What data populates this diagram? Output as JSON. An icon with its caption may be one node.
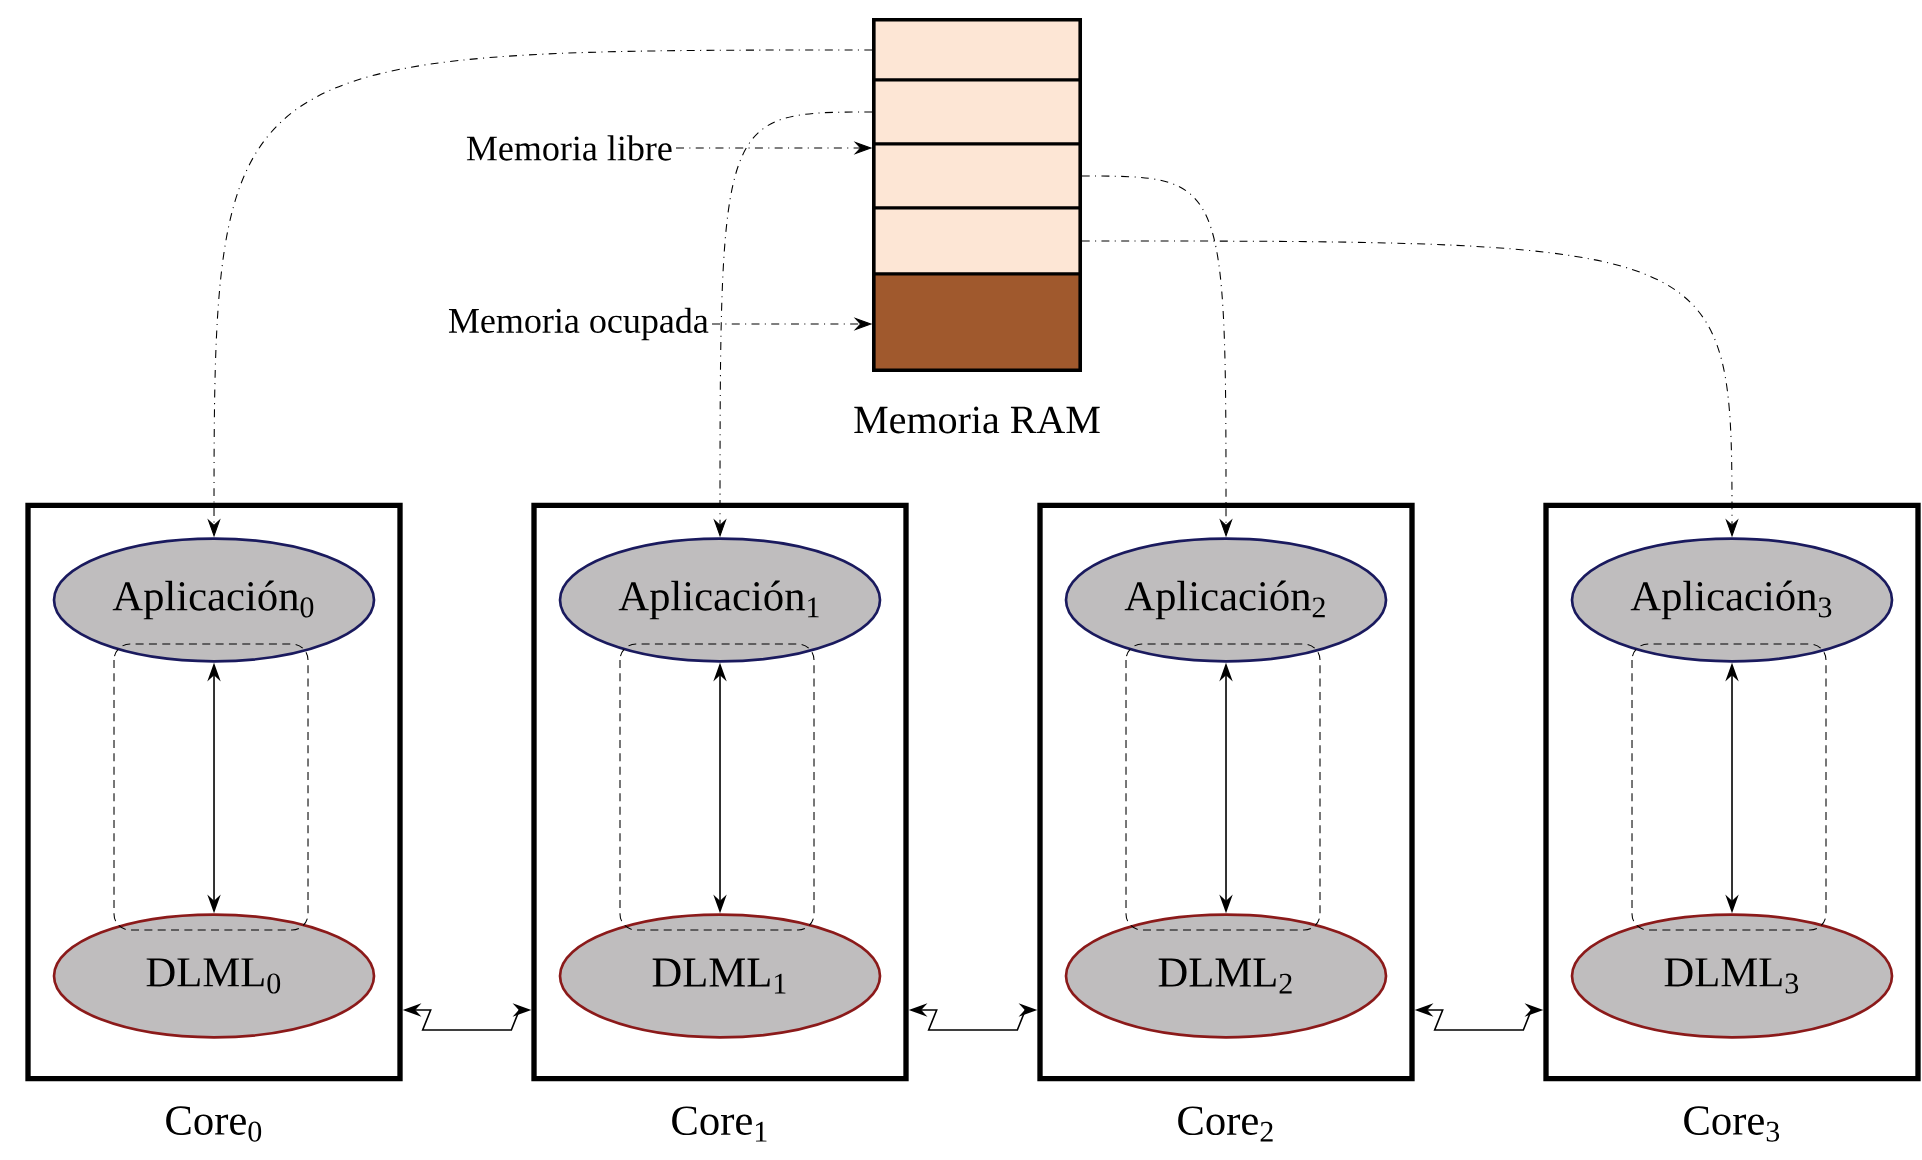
{
  "diagram": {
    "nodes": [
      {
        "text": [],
        "shape": "box",
        "beside": [
          "Memoria RAM"
        ]
      },
      {
        "text": [],
        "shape": "box",
        "in": 0
      },
      {
        "text": [],
        "shape": "box",
        "in": 0
      },
      {
        "text": [],
        "shape": "box",
        "in": 0
      },
      {
        "text": [],
        "shape": "box",
        "in": 0
      },
      {
        "text": [],
        "shape": "box",
        "in": 0
      },
      {
        "text": [
          "Memoria libre"
        ]
      },
      {
        "text": [
          "Memoria ocupada"
        ]
      },
      {
        "text": [
          "Core$_{0}$"
        ]
      },
      {
        "text": [
          "Aplicación$_{0}$"
        ],
        "in": 8
      },
      {
        "text": [
          "DLML$_{0}$"
        ],
        "in": 8
      },
      {
        "text": [
          "Core$_{1}$"
        ]
      },
      {
        "text": [
          "Aplicación$_{1}$"
        ],
        "in": 11
      },
      {
        "text": [
          "DLML$_{1}$"
        ],
        "in": 11
      },
      {
        "text": [
          "Core$_{2}$"
        ]
      },
      {
        "text": [
          "Aplicación$_{2}$"
        ],
        "in": 14
      },
      {
        "text": [
          "DLML$_{2}$"
        ],
        "in": 14
      },
      {
        "text": [
          "Core$_{3}$"
        ]
      },
      {
        "text": [
          "Aplicación$_{3}$"
        ],
        "in": 17
      },
      {
        "text": [
          "DLML$_{3}$"
        ],
        "in": 17
      }
    ],
    "edges": [
      {
        "from": 6,
        "to": 3,
        "arrow": "to",
        "style": "dashed"
      },
      {
        "from": 7,
        "to": 5,
        "arrow": "to",
        "style": "dashed"
      },
      {
        "from": 1,
        "to": 9,
        "arrow": "to",
        "style": "dashed"
      },
      {
        "from": 2,
        "to": 12,
        "arrow": "to",
        "style": "dashed"
      },
      {
        "from": 3,
        "to": 15,
        "arrow": "to",
        "style": "dashed"
      },
      {
        "from": 4,
        "to": 18,
        "arrow": "to",
        "style": "dashed"
      },
      {
        "from": 9,
        "to": 10,
        "arrow": "both"
      },
      {
        "from": 12,
        "to": 13,
        "arrow": "both"
      },
      {
        "from": 15,
        "to": 16,
        "arrow": "both"
      },
      {
        "from": 18,
        "to": 19,
        "arrow": "both"
      },
      {
        "from": 8,
        "to": 11,
        "arrow": "both"
      },
      {
        "from": 11,
        "to": 14,
        "arrow": "both"
      },
      {
        "from": 14,
        "to": 17,
        "arrow": "both"
      }
    ]
  }
}
